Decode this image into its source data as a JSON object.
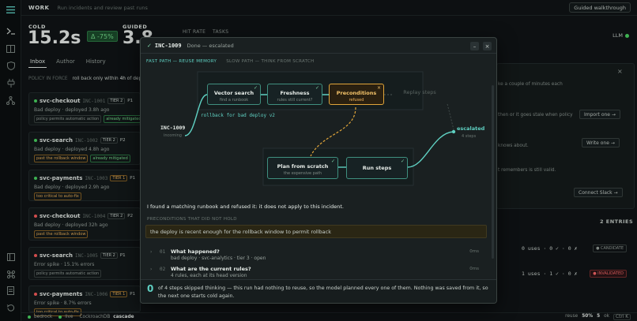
{
  "topbar": {
    "brand": "WORK",
    "subtitle": "Run incidents and review past runs",
    "walkthrough": "Guided walkthrough"
  },
  "stats": {
    "cold_label": "COLD",
    "cold_value": "15.2s",
    "delta": "Δ -75%",
    "guided_label": "GUIDED",
    "guided_value": "3.8",
    "hit_rate": "HIT RATE",
    "tasks": "TASKS",
    "llm": "LLM"
  },
  "left": {
    "tabs": [
      "Inbox",
      "Author",
      "History"
    ],
    "policy_label": "POLICY IN FORCE",
    "policy_pre": "roll back only within ",
    "policy_bold": "4h",
    "policy_post": " of dep",
    "cards": [
      {
        "svc": "svc-checkout",
        "inc": "INC-1001",
        "tier": "TIER 2",
        "pri": "P1",
        "desc": "Bad deploy · deployed 3.8h ago",
        "tags": [
          {
            "t": "policy permits automatic action",
            "c": ""
          },
          {
            "t": "already mitigated",
            "c": "green"
          }
        ],
        "dot": "#4cd964"
      },
      {
        "svc": "svc-search",
        "inc": "INC-1002",
        "tier": "TIER 2",
        "pri": "P2",
        "desc": "Bad deploy · deployed 4.8h ago",
        "tags": [
          {
            "t": "past the rollback window",
            "c": "amber"
          },
          {
            "t": "already mitigated",
            "c": "green"
          }
        ],
        "dot": "#4cd964"
      },
      {
        "svc": "svc-payments",
        "inc": "INC-1003",
        "tier": "TIER 1",
        "pri": "P1",
        "desc": "Bad deploy · deployed 2.9h ago",
        "tags": [
          {
            "t": "too critical to auto-fix",
            "c": "amber"
          }
        ],
        "dot": "#4cd964"
      },
      {
        "svc": "svc-checkout",
        "inc": "INC-1004",
        "tier": "TIER 2",
        "pri": "P2",
        "desc": "Bad deploy · deployed 32h ago",
        "tags": [
          {
            "t": "past the rollback window",
            "c": "amber"
          }
        ],
        "dot": "#ff5f5f"
      },
      {
        "svc": "svc-search",
        "inc": "INC-1005",
        "tier": "TIER 2",
        "pri": "P1",
        "desc": "Error spike · 15.1% errors",
        "tags": [
          {
            "t": "policy permits automatic action",
            "c": ""
          }
        ],
        "dot": "#ff5f5f"
      },
      {
        "svc": "svc-payments",
        "inc": "INC-1006",
        "tier": "TIER 1",
        "pri": "P1",
        "desc": "Error spike · 8.7% errors",
        "tags": [
          {
            "t": "too critical to auto-fix",
            "c": "amber"
          }
        ],
        "dot": "#ff5f5f"
      }
    ]
  },
  "right": {
    "t1": "ke a couple of minutes each",
    "t2": "then or it goes stale when policy",
    "import": "Import one →",
    "t3": "knows about.",
    "write": "Write one →",
    "t4": "t remembers is still valid.",
    "slack": "Connect Slack →",
    "entries_label": "2 ENTRIES",
    "entries": [
      {
        "uses": "0 uses · 0 ✓ · 0 ✗",
        "badge": "● CANDIDATE",
        "kind": "cand"
      },
      {
        "uses": "1 uses · 1 ✓ · 0 ✗",
        "badge": "● INVALIDATED",
        "kind": "inv"
      }
    ]
  },
  "modal": {
    "check": "✓",
    "id": "INC-1009",
    "status": "Done — escalated",
    "fast": "FAST PATH — REUSE MEMORY",
    "slow": "SLOW PATH — THINK FROM SCRATCH",
    "nodes": {
      "vector": {
        "t": "Vector search",
        "s": "find a runbook"
      },
      "fresh": {
        "t": "Freshness",
        "s": "rules still current?"
      },
      "pre": {
        "t": "Preconditions",
        "s": "refused"
      },
      "replay": {
        "t": "Replay steps"
      },
      "plan": {
        "t": "Plan from scratch",
        "s": "the expensive path"
      },
      "run": {
        "t": "Run steps"
      }
    },
    "start_label": "INC-1009",
    "start_sub": "incoming",
    "match_label": "rollback for bad deploy v2",
    "end_label": "escalated",
    "end_sub": "4 steps",
    "summary": "I found a matching runbook and refused it: it does not apply to this incident.",
    "precond_label": "PRECONDITIONS THAT DID NOT HOLD",
    "precond": "the deploy is recent enough for the rollback window to permit rollback",
    "steps": [
      {
        "arr": "›",
        "num": "01",
        "q": "What happened?",
        "d": "bad deploy · svc-analytics · tier 3 · open",
        "tm": "0ms"
      },
      {
        "arr": "›",
        "num": "02",
        "q": "What are the current rules?",
        "d": "4 rules, each at its head version",
        "tm": "0ms"
      }
    ],
    "foot_num": "0",
    "foot_text": "of 4 steps skipped thinking — this run had nothing to reuse, so the model planned every one of them. Nothing was saved from it, so the next one starts cold again."
  },
  "statusbar": {
    "bedrock": "bedrock",
    "live": "live",
    "db": "CockroachDB",
    "db2": "cascade",
    "reuse_label": "reuse",
    "reuse_val": "50%",
    "ok_val": "5",
    "ok_label": "ok",
    "shortcut": "Ctrl K"
  },
  "colors": {
    "accent": "#5fd0c2",
    "refused": "#e0a53a",
    "ok": "#4cd964",
    "danger": "#ff5f5f"
  }
}
